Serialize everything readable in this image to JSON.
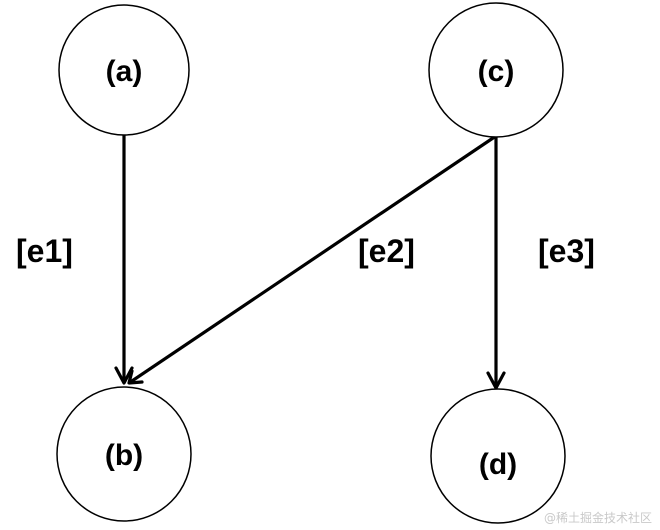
{
  "nodes": {
    "a": {
      "label": "(a)"
    },
    "b": {
      "label": "(b)"
    },
    "c": {
      "label": "(c)"
    },
    "d": {
      "label": "(d)"
    }
  },
  "edges": {
    "e1": {
      "label": "[e1]",
      "from": "a",
      "to": "b"
    },
    "e2": {
      "label": "[e2]",
      "from": "c",
      "to": "b"
    },
    "e3": {
      "label": "[e3]",
      "from": "c",
      "to": "d"
    }
  },
  "watermark": "@稀土掘金技术社区",
  "colors": {
    "stroke": "#000000",
    "background": "#ffffff",
    "watermark": "#c9c9c9"
  }
}
